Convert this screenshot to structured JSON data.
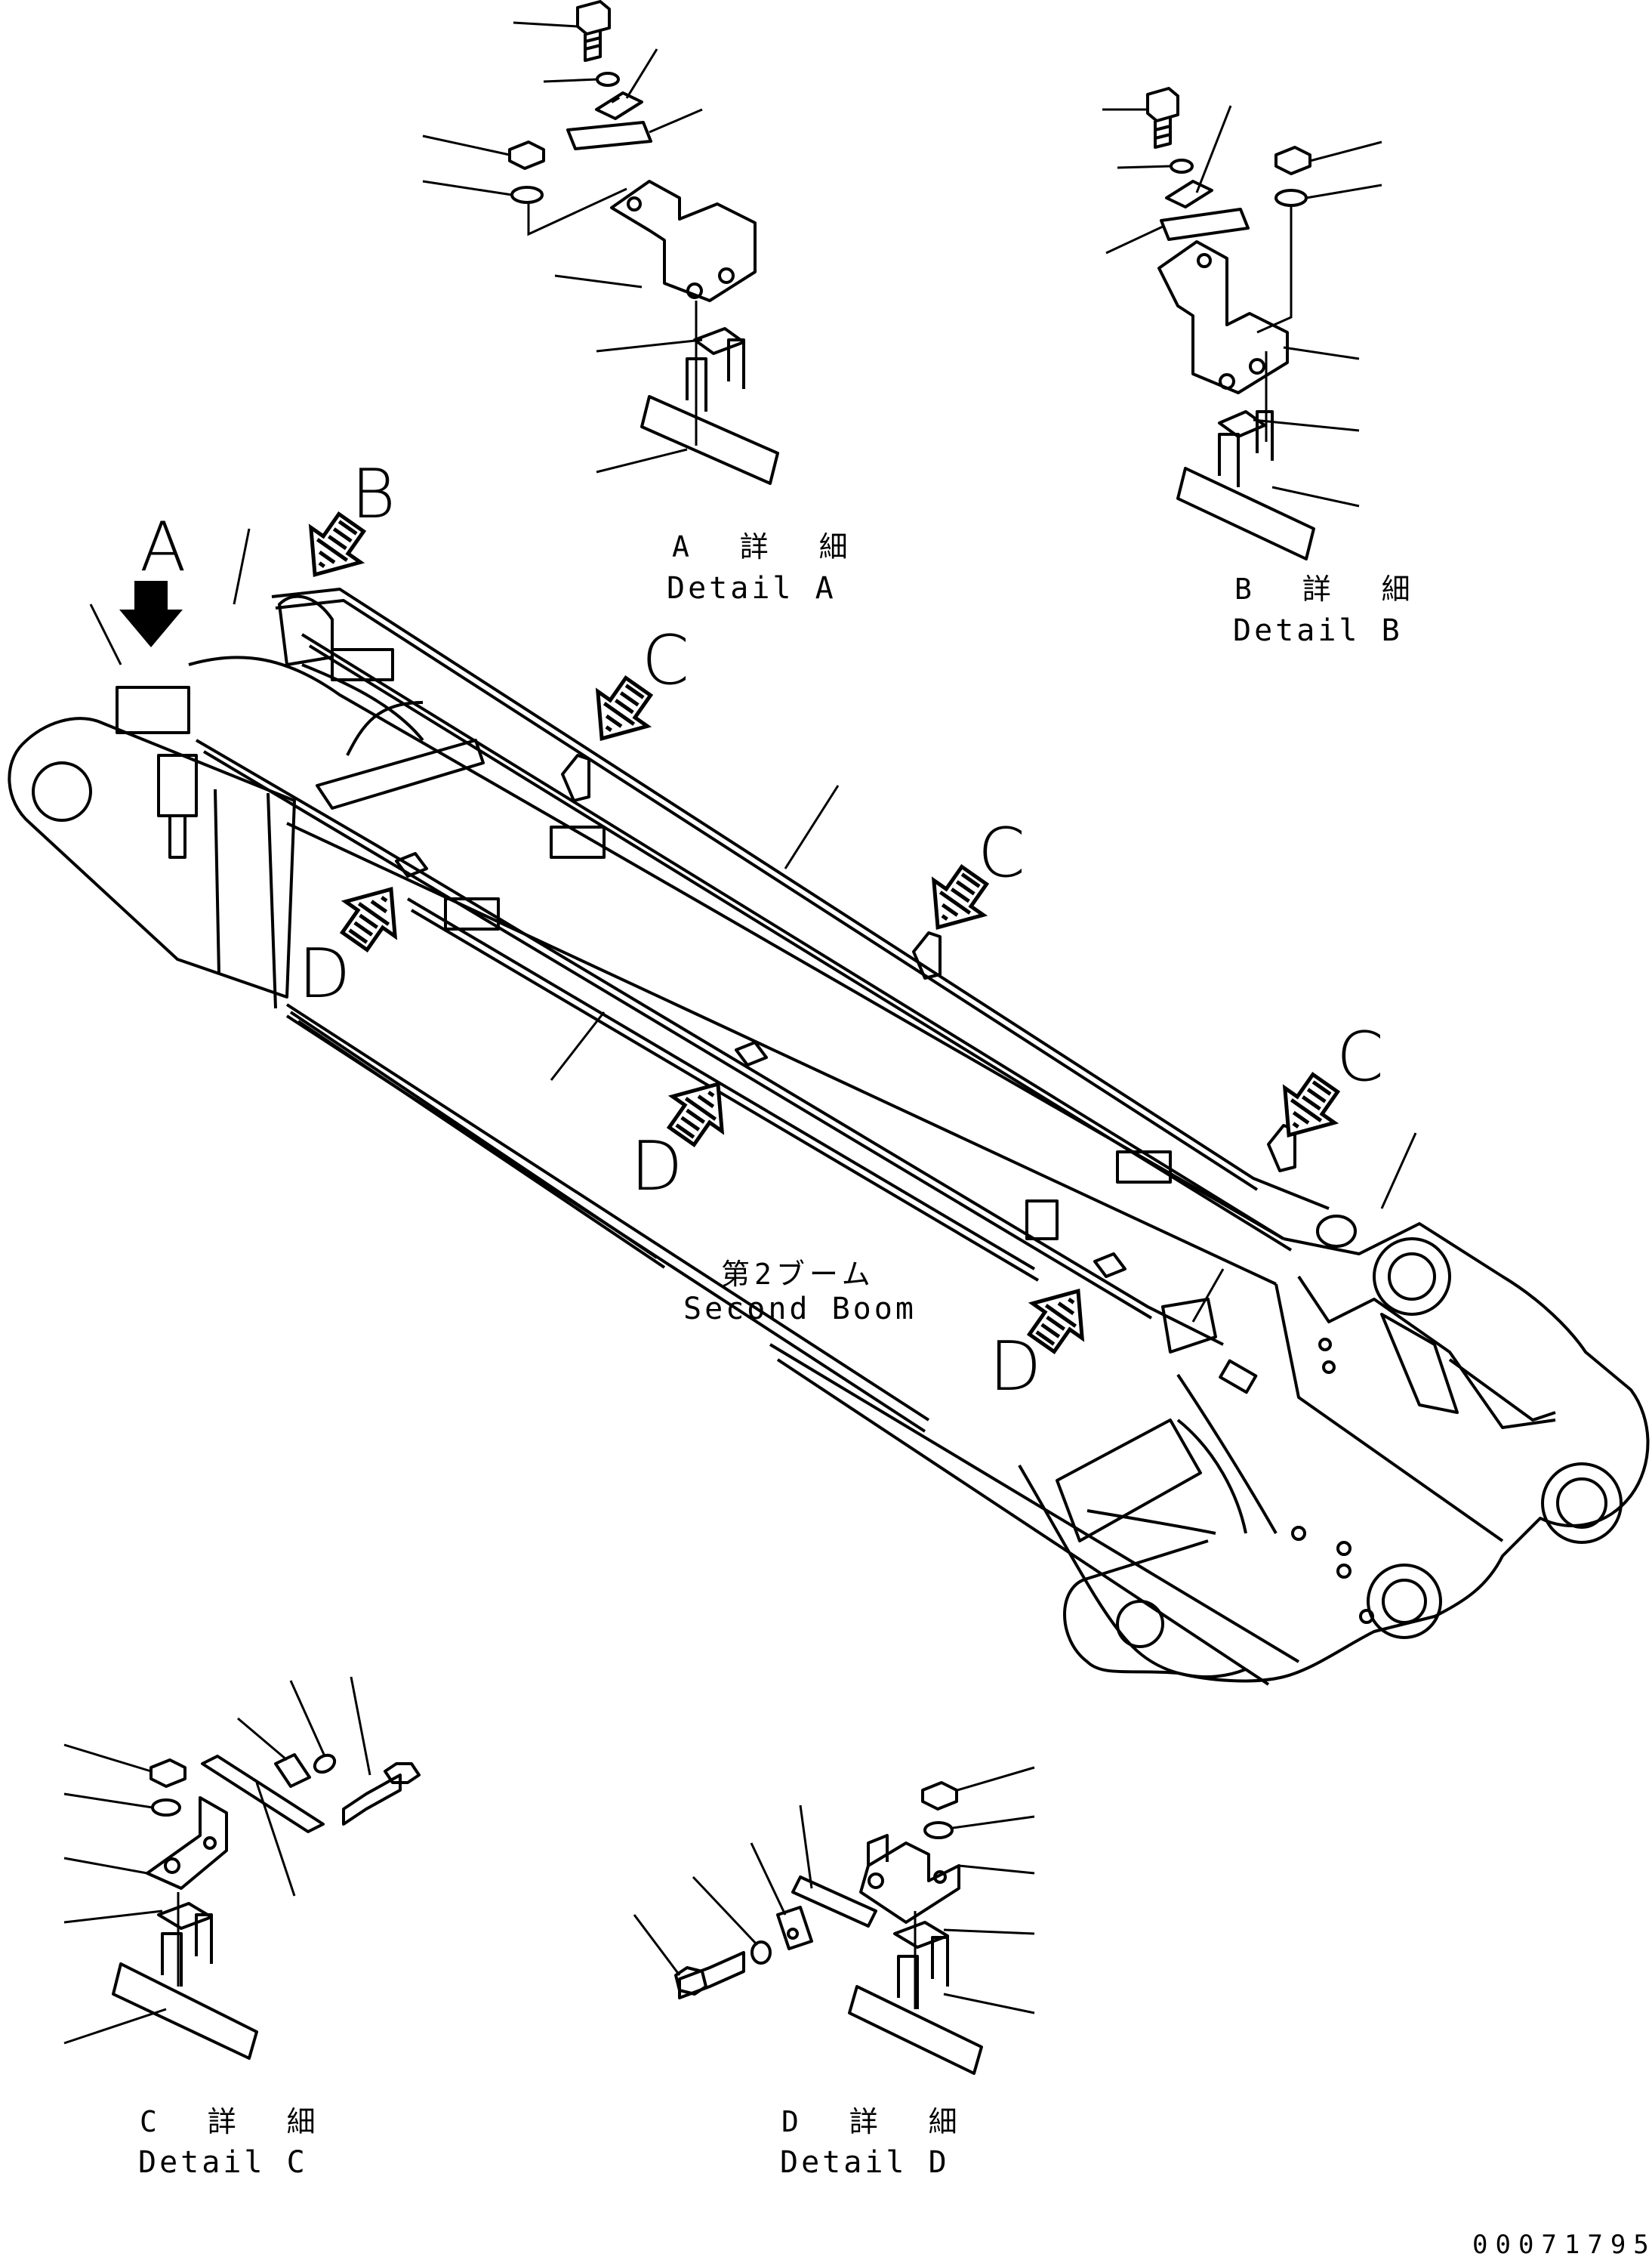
{
  "callouts": {
    "a": "A",
    "b": "B",
    "c": "C",
    "d": "D"
  },
  "details": {
    "a": {
      "jp": "A 詳 細",
      "en": "Detail A"
    },
    "b": {
      "jp": "B 詳 細",
      "en": "Detail B"
    },
    "c": {
      "jp": "C 詳 細",
      "en": "Detail C"
    },
    "d": {
      "jp": "D 詳 細",
      "en": "Detail D"
    }
  },
  "main": {
    "jp": "第2ブーム",
    "en": "Second Boom"
  },
  "drawing_code": "00071795"
}
